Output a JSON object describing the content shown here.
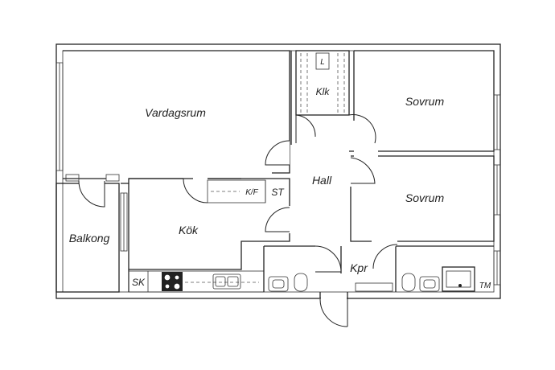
{
  "rooms": {
    "vardagsrum": "Vardagsrum",
    "klk": "Klk",
    "sovrum1": "Sovrum",
    "sovrum2": "Sovrum",
    "hall": "Hall",
    "kok": "Kök",
    "balkong": "Balkong",
    "kpr": "Kpr"
  },
  "fixtures": {
    "l": "L",
    "kf": "K/F",
    "st": "ST",
    "sk": "SK",
    "tm": "TM"
  }
}
